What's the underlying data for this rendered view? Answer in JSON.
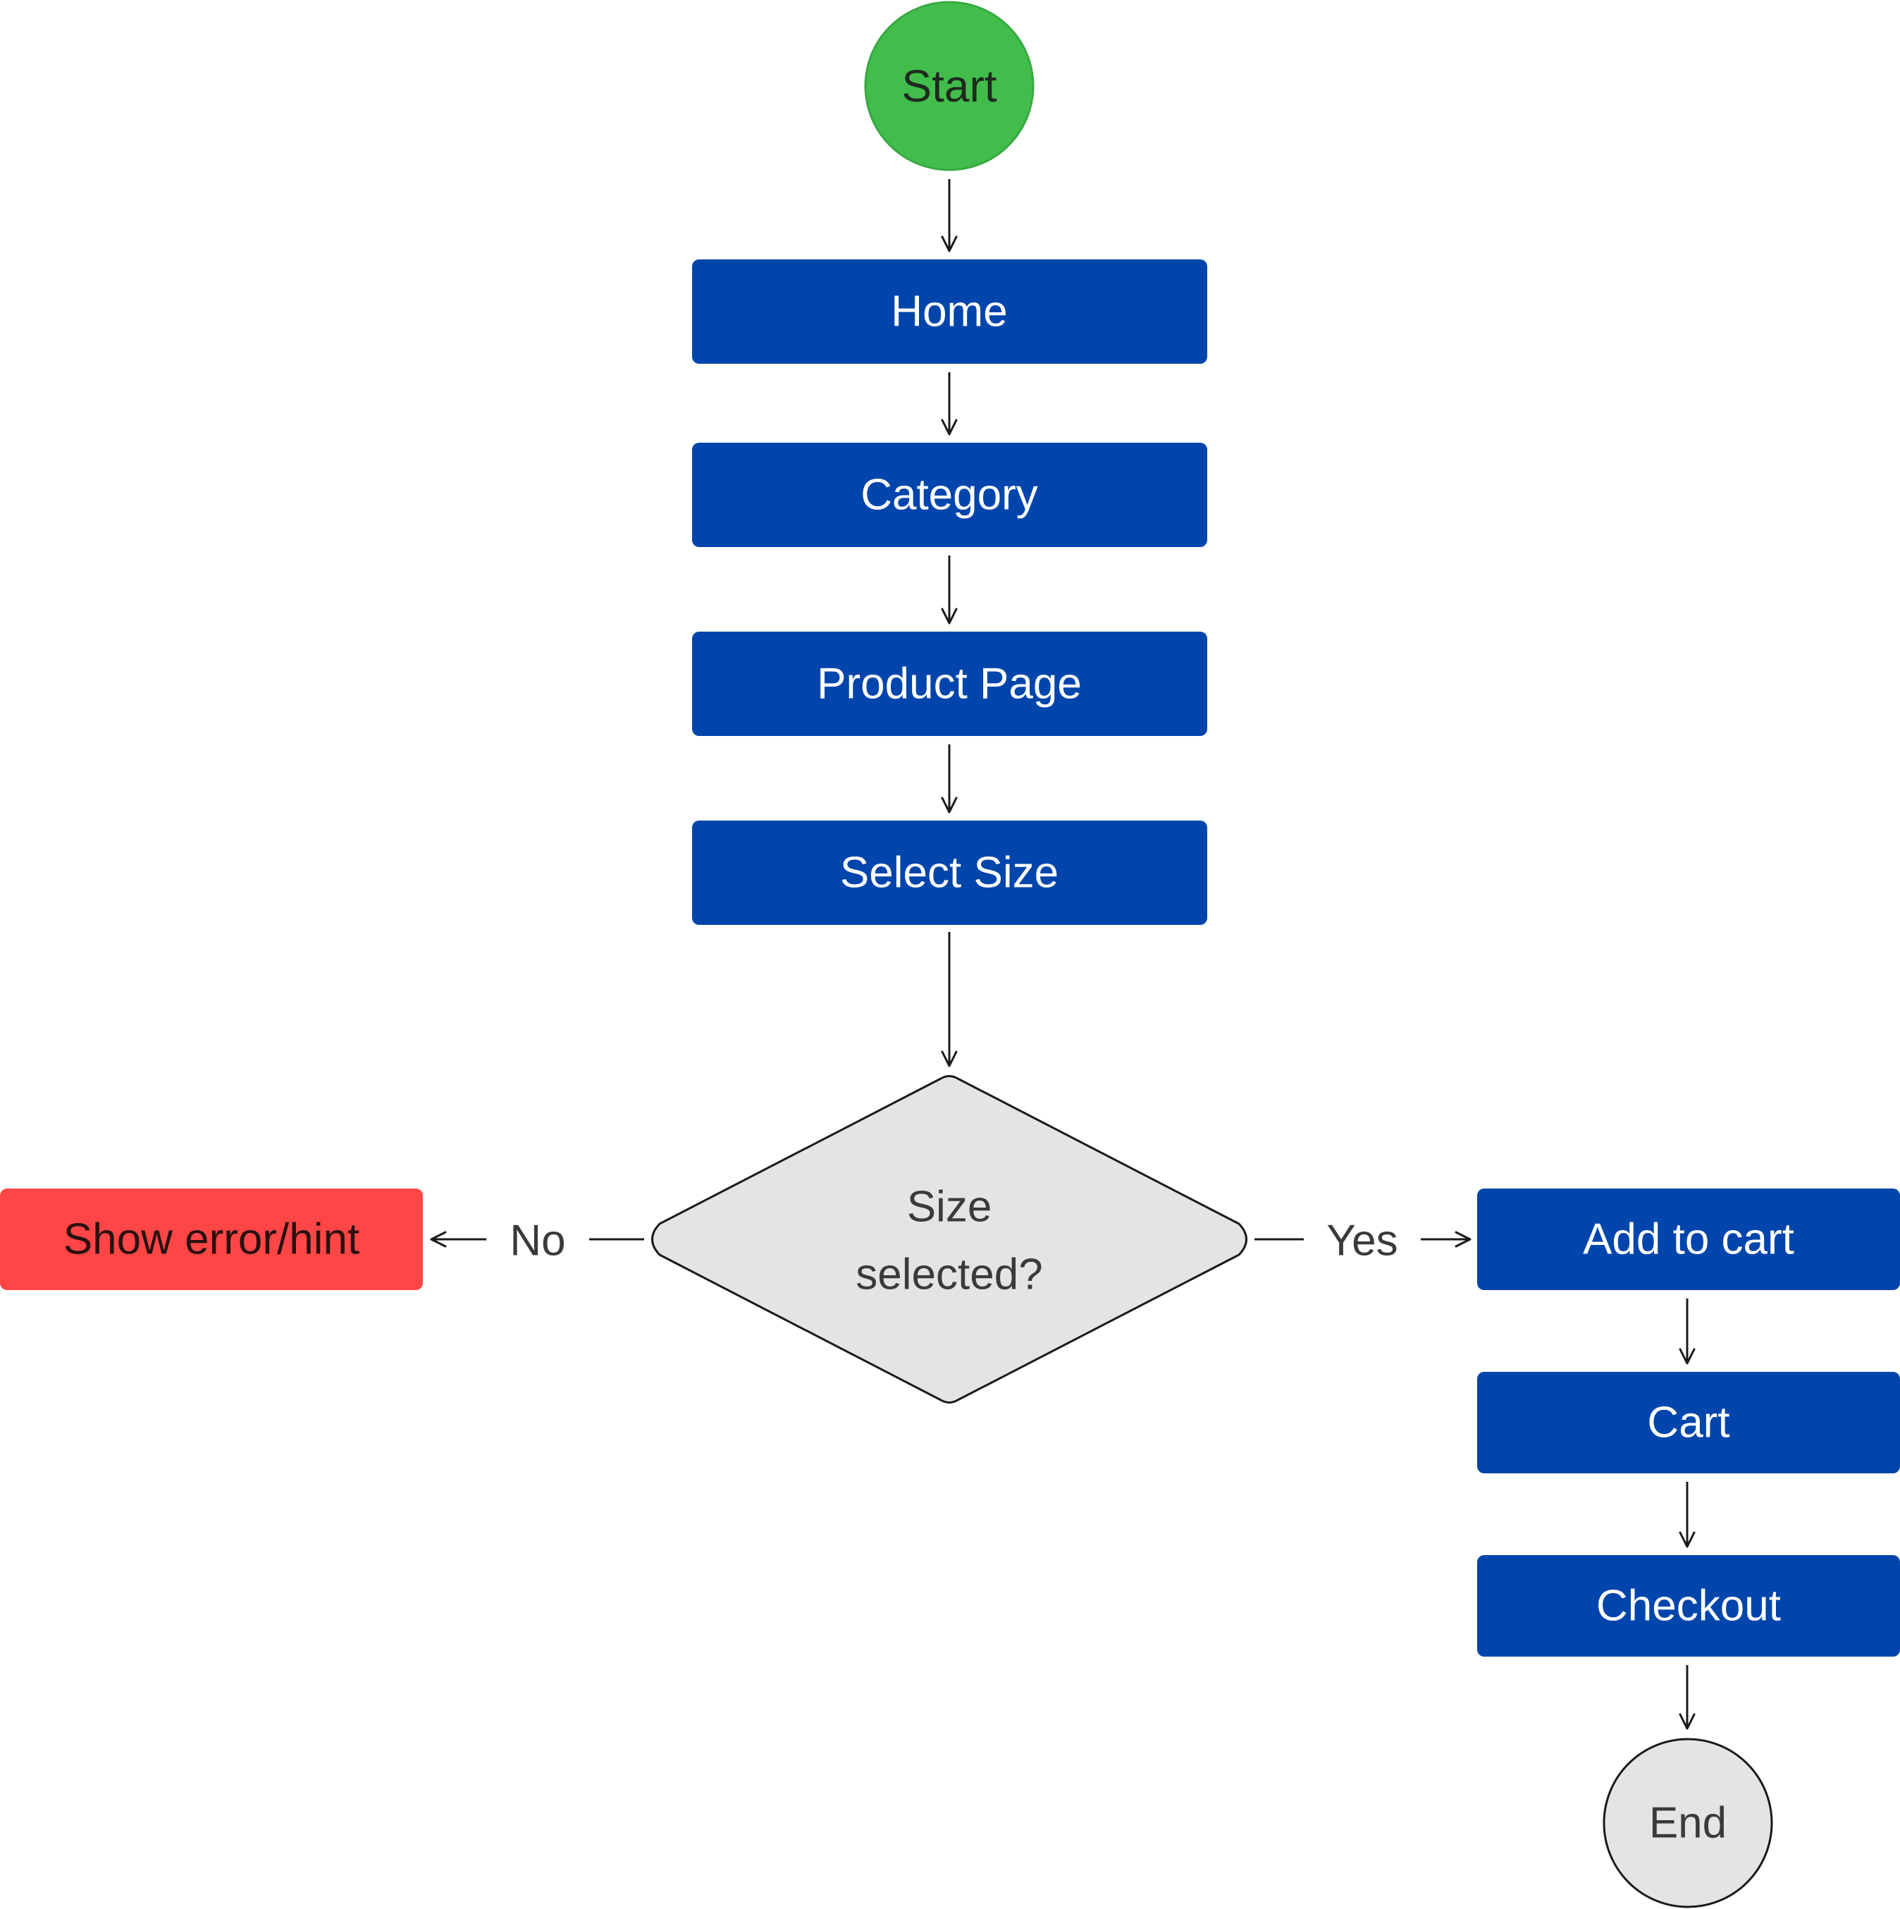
{
  "nodes": {
    "start": "Start",
    "home": "Home",
    "category": "Category",
    "product_page": "Product Page",
    "select_size": "Select Size",
    "decision_line1": "Size",
    "decision_line2": "selected?",
    "show_error": "Show error/hint",
    "add_to_cart": "Add to cart",
    "cart": "Cart",
    "checkout": "Checkout",
    "end": "End"
  },
  "edges": {
    "no_label": "No",
    "yes_label": "Yes"
  },
  "colors": {
    "start_fill": "#42BD4C",
    "process_fill": "#0045AB",
    "decision_fill": "#E4E4E4",
    "error_fill": "#FF4646",
    "end_fill": "#E4E4E4",
    "line": "#1a1a1a"
  }
}
